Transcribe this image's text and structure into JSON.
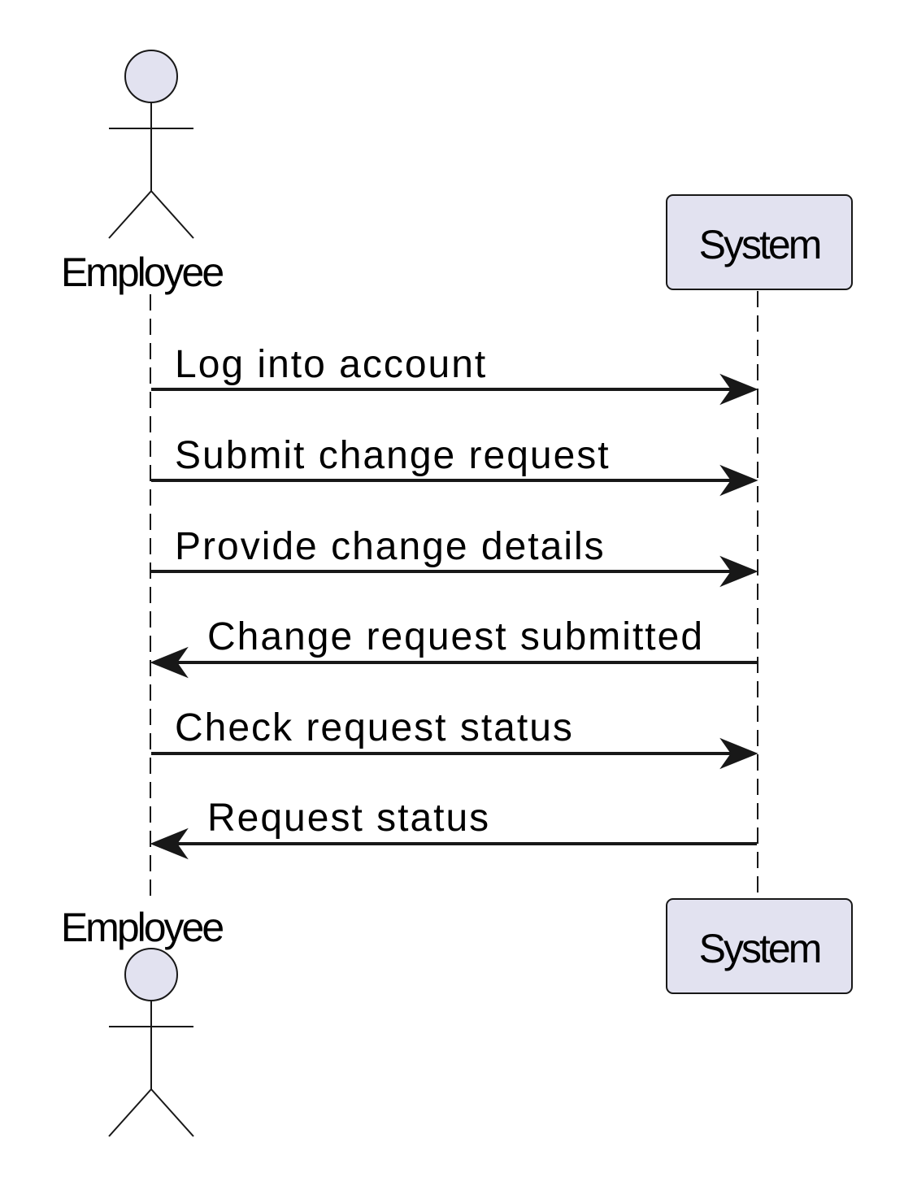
{
  "participants": {
    "employee": {
      "label": "Employee",
      "kind": "actor"
    },
    "system": {
      "label": "System",
      "kind": "participant"
    }
  },
  "messages": [
    {
      "label": "Log into account",
      "from": "employee",
      "to": "system"
    },
    {
      "label": "Submit change request",
      "from": "employee",
      "to": "system"
    },
    {
      "label": "Provide change details",
      "from": "employee",
      "to": "system"
    },
    {
      "label": "Change request submitted",
      "from": "system",
      "to": "employee"
    },
    {
      "label": "Check request status",
      "from": "employee",
      "to": "system"
    },
    {
      "label": "Request status",
      "from": "system",
      "to": "employee"
    }
  ],
  "colors": {
    "participant_fill": "#e2e2f0",
    "line": "#181818",
    "text": "#000000"
  }
}
